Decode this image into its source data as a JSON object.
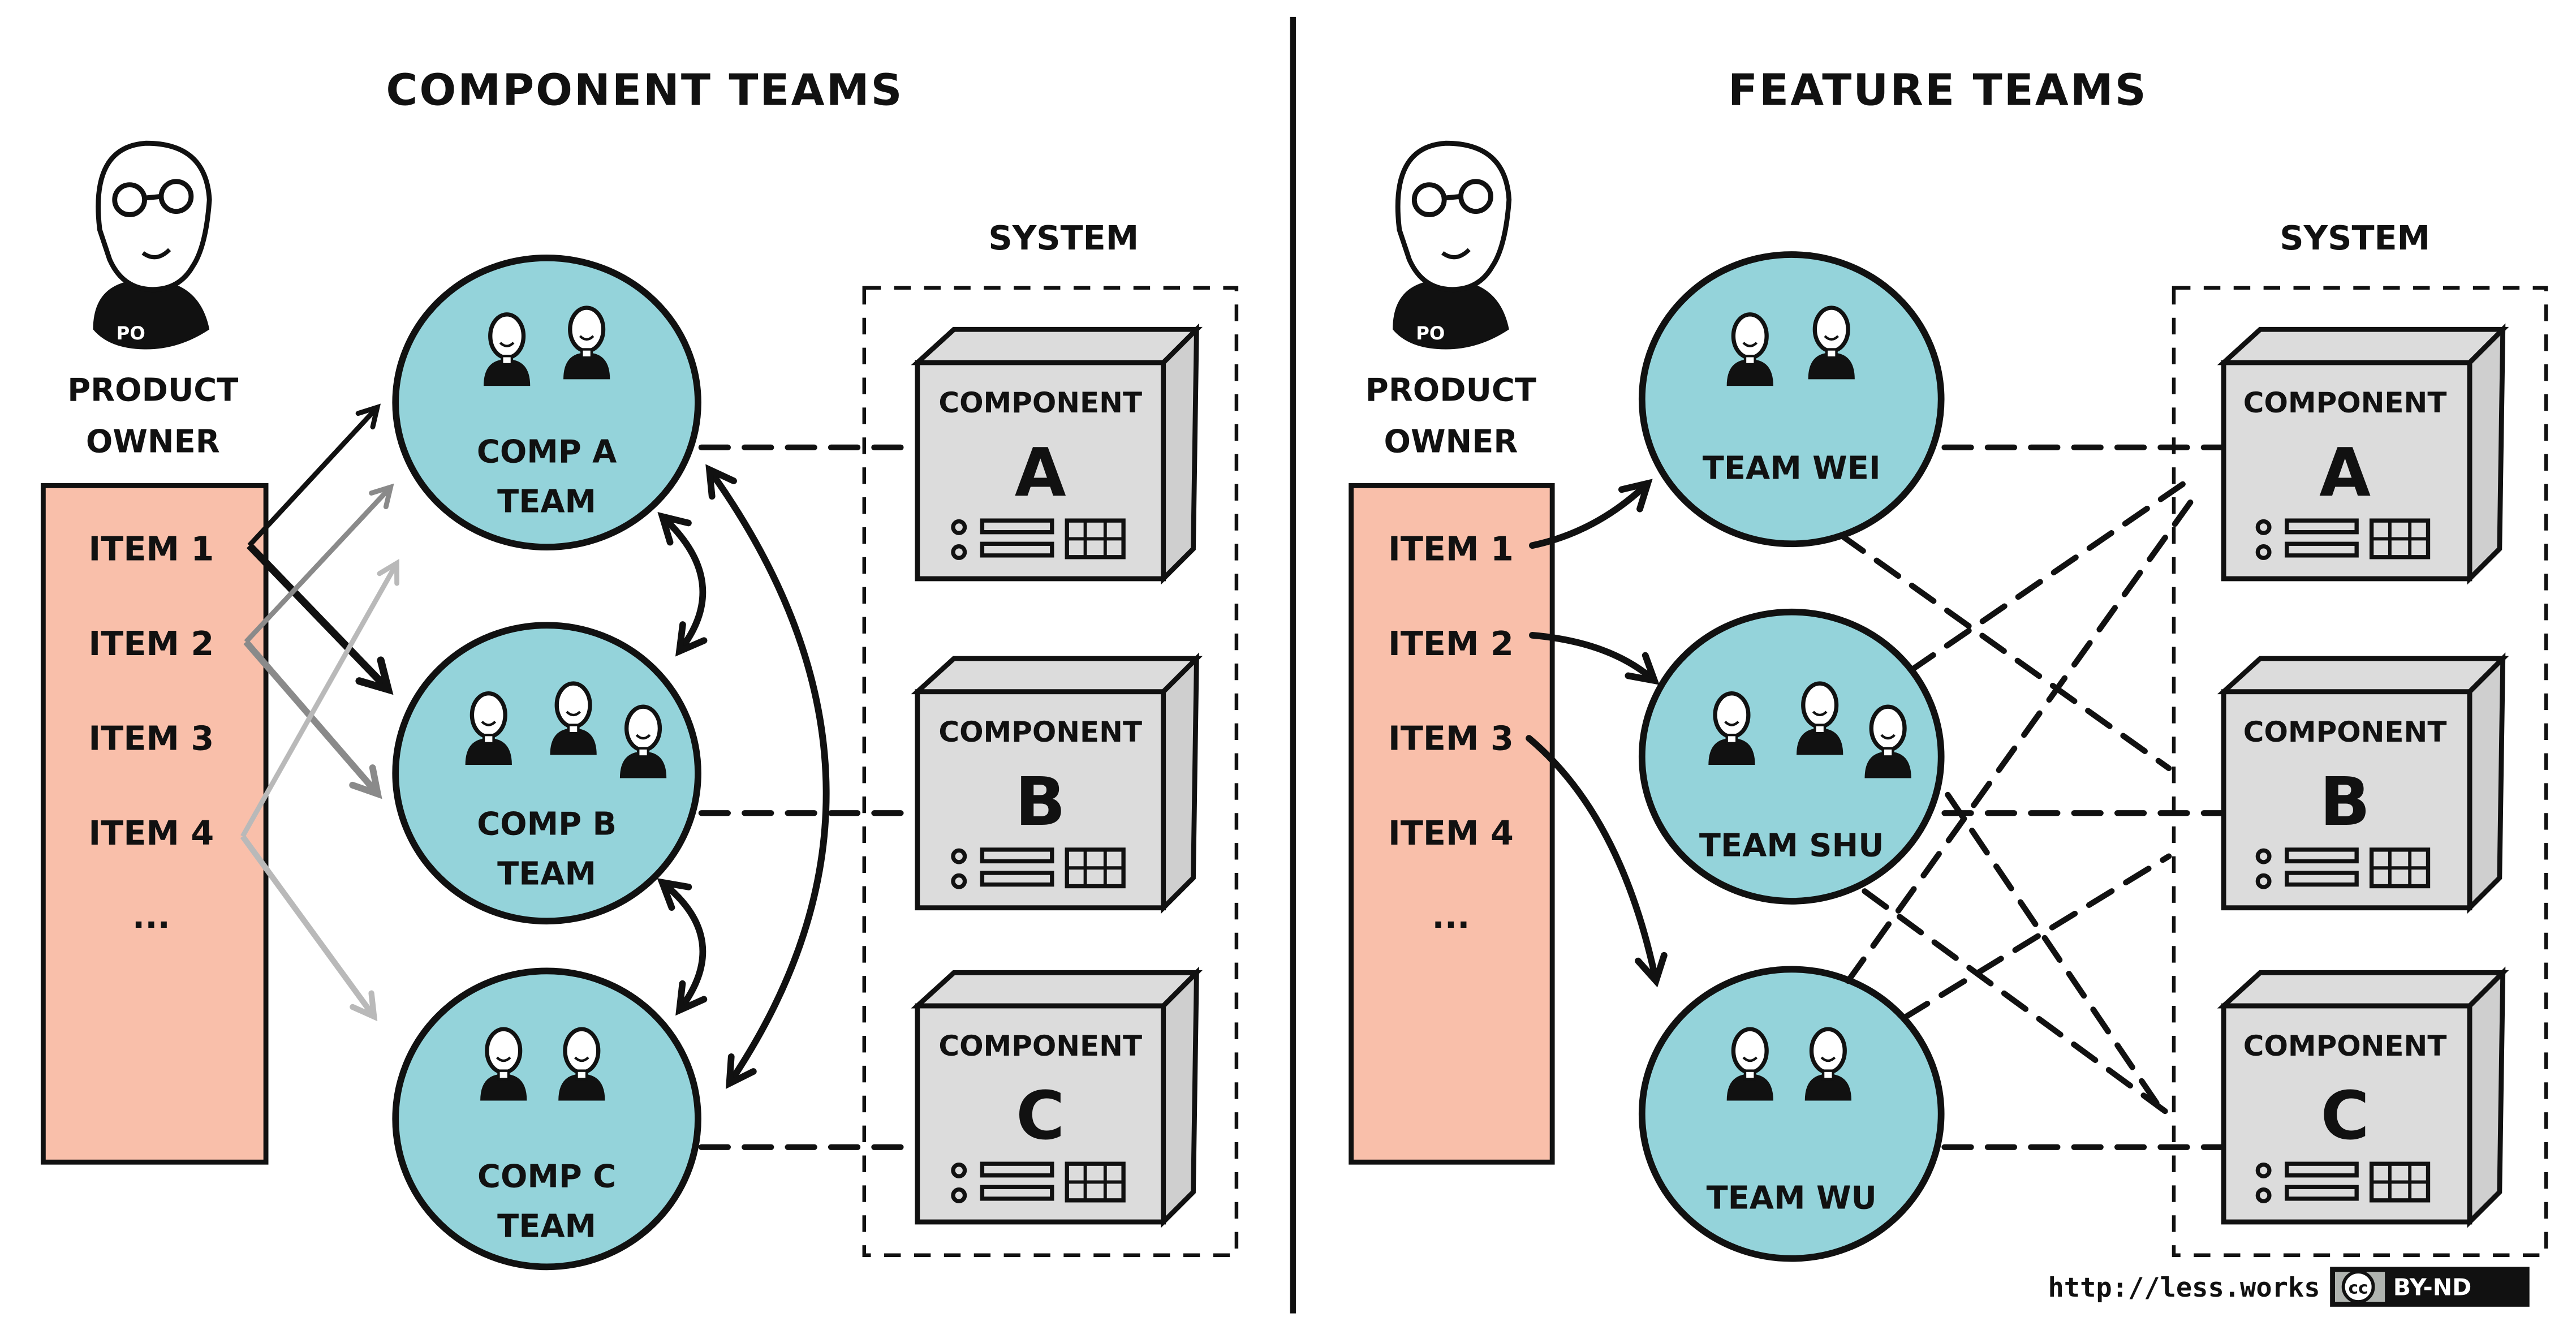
{
  "colors": {
    "backlog": "#f9bfaa",
    "team": "#94d3da",
    "component": "#dcdcdc",
    "component_side": "#cfcfcf",
    "ink": "#111111",
    "arrow_gray_1": "#8a8a8a",
    "arrow_gray_2": "#b9b9b9"
  },
  "left": {
    "title": "COMPONENT TEAMS",
    "po": {
      "badge": "PO",
      "label_line1": "PRODUCT",
      "label_line2": "OWNER"
    },
    "backlog": [
      "ITEM 1",
      "ITEM 2",
      "ITEM 3",
      "ITEM 4",
      "..."
    ],
    "teams": [
      {
        "line1": "COMP A",
        "line2": "TEAM",
        "members": 2
      },
      {
        "line1": "COMP B",
        "line2": "TEAM",
        "members": 3
      },
      {
        "line1": "COMP C",
        "line2": "TEAM",
        "members": 2
      }
    ],
    "system_label": "SYSTEM",
    "components": [
      {
        "label": "COMPONENT",
        "letter": "A"
      },
      {
        "label": "COMPONENT",
        "letter": "B"
      },
      {
        "label": "COMPONENT",
        "letter": "C"
      }
    ]
  },
  "right": {
    "title": "FEATURE TEAMS",
    "po": {
      "badge": "PO",
      "label_line1": "PRODUCT",
      "label_line2": "OWNER"
    },
    "backlog": [
      "ITEM 1",
      "ITEM 2",
      "ITEM 3",
      "ITEM 4",
      "..."
    ],
    "teams": [
      {
        "line1": "TEAM WEI",
        "members": 2
      },
      {
        "line1": "TEAM SHU",
        "members": 3
      },
      {
        "line1": "TEAM WU",
        "members": 2
      }
    ],
    "system_label": "SYSTEM",
    "components": [
      {
        "label": "COMPONENT",
        "letter": "A"
      },
      {
        "label": "COMPONENT",
        "letter": "B"
      },
      {
        "label": "COMPONENT",
        "letter": "C"
      }
    ]
  },
  "footer": {
    "url": "http://less.works",
    "license_cc": "cc",
    "license": "BY-ND"
  }
}
